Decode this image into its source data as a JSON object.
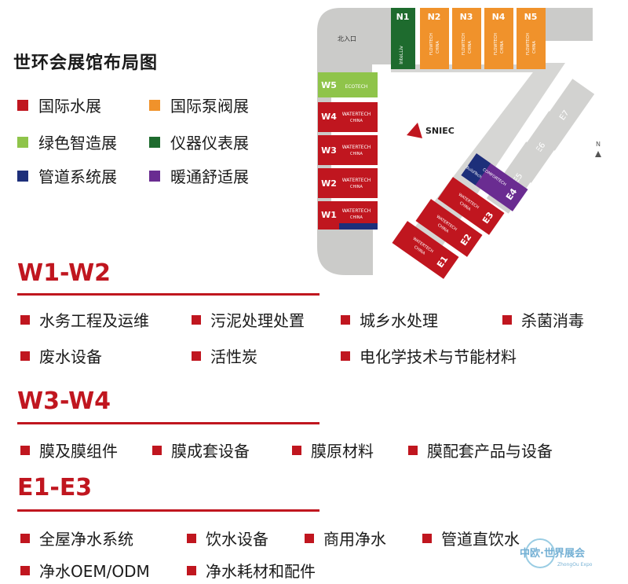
{
  "title": "世环会展馆布局图",
  "colors": {
    "red": "#c0161f",
    "orange": "#f0922b",
    "lightgreen": "#8fc44a",
    "darkgreen": "#1e6b2e",
    "navy": "#1d2f7a",
    "purple": "#6a2c91",
    "gray": "#c8c8c6"
  },
  "legend": [
    {
      "label": "国际水展",
      "color": "#c0161f"
    },
    {
      "label": "国际泵阀展",
      "color": "#f0922b"
    },
    {
      "label": "绿色智造展",
      "color": "#8fc44a"
    },
    {
      "label": "仪器仪表展",
      "color": "#1e6b2e"
    },
    {
      "label": "管道系统展",
      "color": "#1d2f7a"
    },
    {
      "label": "暖通舒适展",
      "color": "#6a2c91"
    }
  ],
  "map": {
    "north_entrance": "北入口",
    "sniec": "SNIEC",
    "north_arrow": "N",
    "halls": {
      "n1": "N1",
      "n2": "N2",
      "n3": "N3",
      "n4": "N4",
      "n5": "N5",
      "w1": "W1",
      "w2": "W2",
      "w3": "W3",
      "w4": "W4",
      "w5": "W5",
      "e1": "E1",
      "e2": "E2",
      "e3": "E3",
      "e4": "E4",
      "e5": "E5",
      "e6": "E6",
      "e7": "E7"
    },
    "brands": {
      "flowtech": "FLOWTECH",
      "china": "CHINA",
      "watertech": "WATERTECH",
      "ecotech": "ECOTECH",
      "comfortech": "COMFORTECH",
      "buildtech": "BuildTech",
      "intellig": "InteLLiv"
    }
  },
  "sections": [
    {
      "title": "W1-W2",
      "items": [
        "水务工程及运维",
        "污泥处理处置",
        "城乡水处理",
        "杀菌消毒",
        "废水设备",
        "活性炭",
        "电化学技术与节能材料"
      ]
    },
    {
      "title": "W3-W4",
      "items": [
        "膜及膜组件",
        "膜成套设备",
        "膜原材料",
        "膜配套产品与设备"
      ]
    },
    {
      "title": "E1-E3",
      "items": [
        "全屋净水系统",
        "饮水设备",
        "商用净水",
        "管道直饮水",
        "净水OEM/ODM",
        "净水耗材和配件"
      ]
    }
  ],
  "watermark": {
    "main": "中欧·世界展会",
    "sub": "ZhongOu Expo"
  }
}
